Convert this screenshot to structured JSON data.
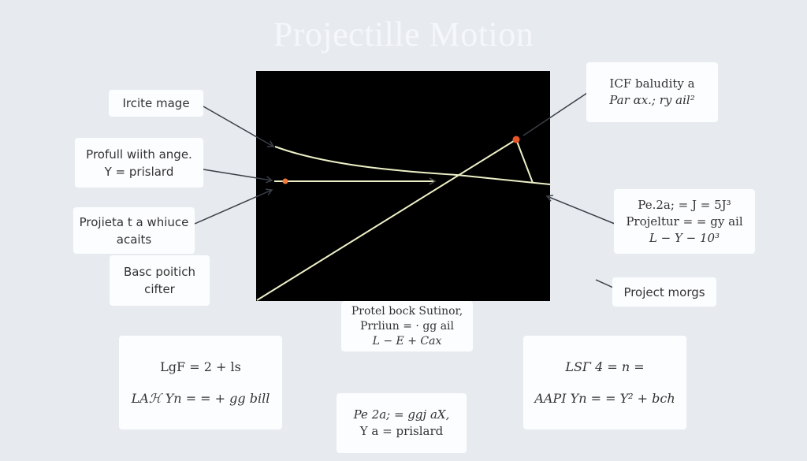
{
  "title": "Projectille Motion",
  "colors": {
    "background": "#e7ebf0",
    "panel": "#000000",
    "trajectory": "#eef0c8",
    "point": "#e8572a",
    "arrow": "#3a3f47",
    "box": "#fcfdfe"
  },
  "labels": {
    "left_1": {
      "lines": [
        "Ircite mage"
      ]
    },
    "left_2": {
      "lines": [
        "Profull wiith ange.",
        "Y = prislard"
      ]
    },
    "left_3": {
      "lines": [
        "Projieta t a whiuce",
        "acaits"
      ]
    },
    "left_4": {
      "lines": [
        "Basc poitich",
        "cifter"
      ]
    },
    "right_1": {
      "lines": [
        "ICF baludity a",
        "Par αx.; ry ail²"
      ]
    },
    "right_2": {
      "lines": [
        "Pe.2a; = J = 5J³",
        "Projeltur = = gy ail",
        "L − Y − 10³"
      ]
    },
    "right_3": {
      "lines": [
        "Project morgs"
      ]
    },
    "center_below": {
      "lines": [
        "Protel bock Sutinor,",
        "Prrliun = · gg ail",
        "L − E + Cax"
      ]
    },
    "bottom_left": {
      "lines": [
        "LgF = 2 + ls",
        "LAℋ Yn = = + gg bill"
      ]
    },
    "bottom_center": {
      "lines": [
        "Pe 2a; = ggj aX,",
        "Y a = prislard"
      ]
    },
    "bottom_right": {
      "lines": [
        "LSΓ 4 = n =",
        "AAPI Yn = = Y² + bch"
      ]
    }
  }
}
